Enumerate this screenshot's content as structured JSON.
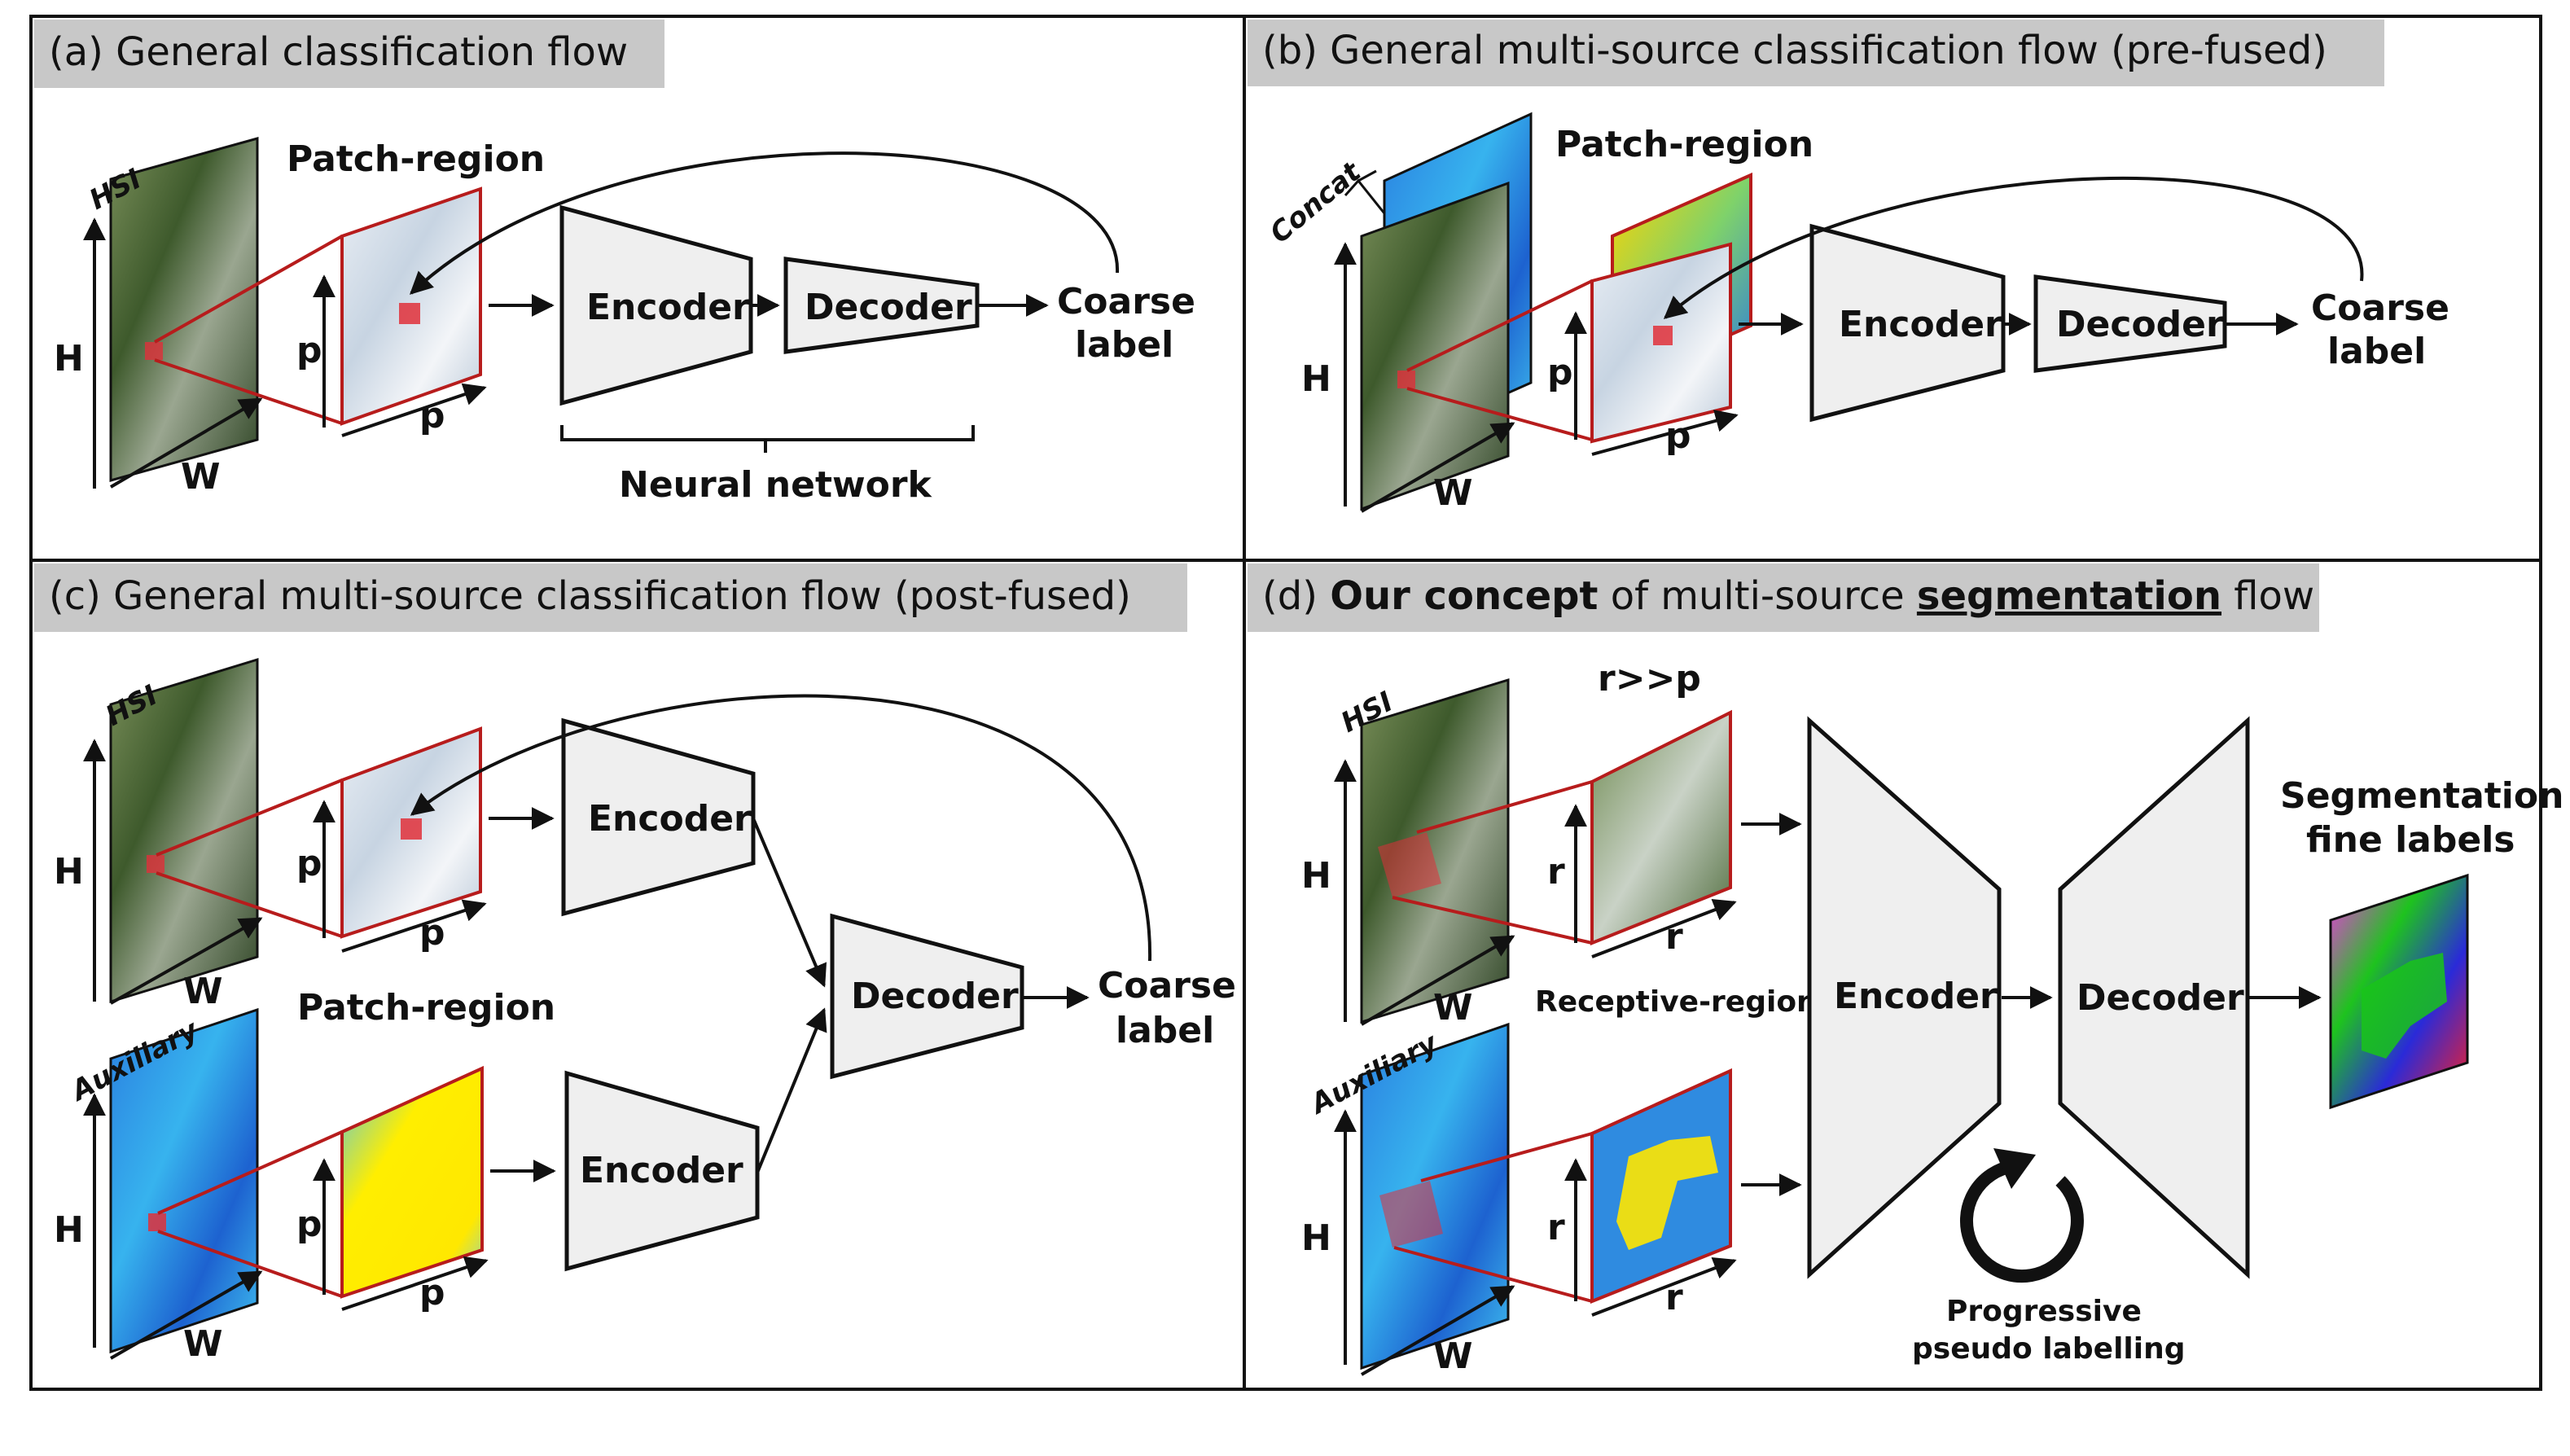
{
  "panels": {
    "a": {
      "title": "(a) General classification flow"
    },
    "b": {
      "title": "(b) General multi-source classification flow (pre-fused)"
    },
    "c": {
      "title": "(c) General multi-source classification flow (post-fused)"
    },
    "d": {
      "title_prefix": "(d) ",
      "title_bold": "Our concept",
      "title_mid": " of multi-source ",
      "title_underlined": "segmentation",
      "title_suffix": " flow"
    }
  },
  "labels": {
    "hsi": "HSI",
    "auxiliary": "Auxiliary",
    "concat": "Concat",
    "patch_region": "Patch-region",
    "receptive_region": "Receptive-region",
    "encoder": "Encoder",
    "decoder": "Decoder",
    "coarse": "Coarse",
    "label": "label",
    "neural_network": "Neural network",
    "seg_line1": "Segmentation",
    "seg_line2": "fine labels",
    "r_gg_p": "r>>p",
    "progressive": "Progressive",
    "pseudo": "pseudo labelling",
    "H": "H",
    "W": "W",
    "p": "p",
    "r": "r"
  },
  "colors": {
    "border": "#111111",
    "title_bg": "#c8c8c8",
    "block_fill": "#efefef",
    "red": "#b71c1c",
    "patch_red": "#e0303a"
  }
}
